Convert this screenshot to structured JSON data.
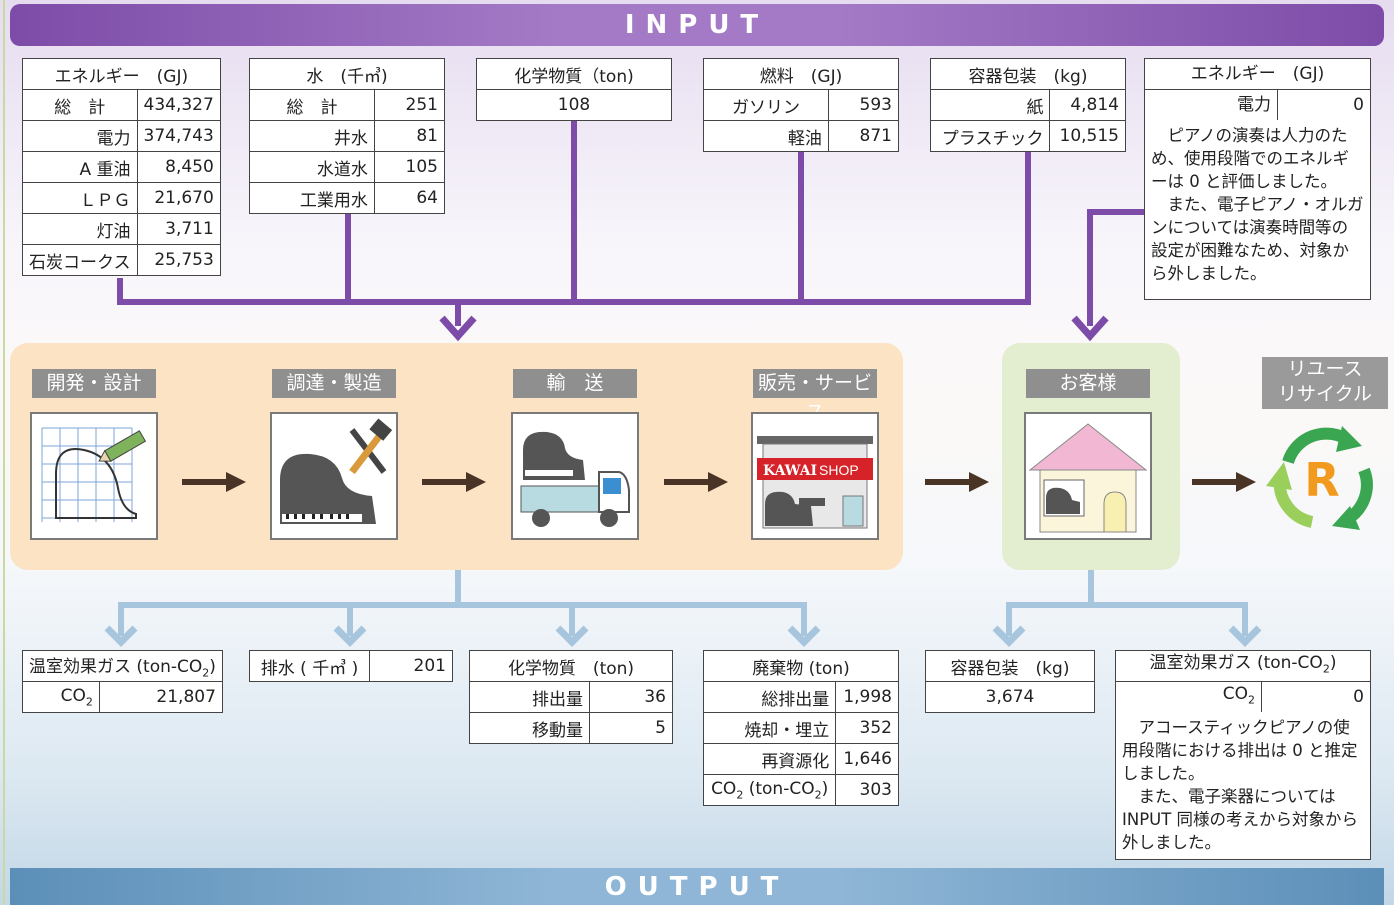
{
  "input_banner": "INPUT",
  "output_banner": "OUTPUT",
  "input": {
    "energy": {
      "header": "エネルギー　(GJ)",
      "rows": [
        [
          "総　計",
          "434,327"
        ],
        [
          "電力",
          "374,743"
        ],
        [
          "A 重油",
          "8,450"
        ],
        [
          "ＬＰＧ",
          "21,670"
        ],
        [
          "灯油",
          "3,711"
        ],
        [
          "石炭コークス",
          "25,753"
        ]
      ]
    },
    "water": {
      "header": "水　(千㎥)",
      "rows": [
        [
          "総　計",
          "251"
        ],
        [
          "井水",
          "81"
        ],
        [
          "水道水",
          "105"
        ],
        [
          "工業用水",
          "64"
        ]
      ]
    },
    "chemicals": {
      "header": "化学物質（ton)",
      "value": "108"
    },
    "fuel": {
      "header": "燃料　(GJ)",
      "rows": [
        [
          "ガソリン",
          "593"
        ],
        [
          "軽油",
          "871"
        ]
      ]
    },
    "packaging": {
      "header": "容器包装　(kg)",
      "rows": [
        [
          "紙",
          "4,814"
        ],
        [
          "プラスチック",
          "10,515"
        ]
      ]
    },
    "customer_energy": {
      "header": "エネルギー　(GJ)",
      "row": [
        "電力",
        "0"
      ],
      "note": [
        "ピアノの演奏は人力のため、使用段階でのエネルギーは 0 と評価しました。",
        "また、電子ピアノ・オルガンについては演奏時間等の設定が困難なため、対象から外しました。"
      ]
    }
  },
  "stages": [
    {
      "label": "開発・設計",
      "icon": "design-icon"
    },
    {
      "label": "調達・製造",
      "icon": "manufacturing-icon"
    },
    {
      "label": "輸　送",
      "icon": "transport-icon"
    },
    {
      "label": "販売・サービス",
      "icon": "shop-icon"
    },
    {
      "label": "お客様",
      "icon": "house-icon"
    }
  ],
  "shop_sign": {
    "brand": "KAWAI",
    "shop": "SHOP"
  },
  "reuse": {
    "line1": "リユース",
    "line2": "リサイクル",
    "letter": "R"
  },
  "output": {
    "ghg": {
      "header_a": "温室効果ガス (ton-CO",
      "header_sub": "2",
      "header_b": ")",
      "row_a": "CO",
      "row_sub": "2",
      "value": "21,807"
    },
    "wastewater": {
      "label": "排水 ( 千㎥ )",
      "value": "201"
    },
    "chemicals": {
      "header": "化学物質　(ton)",
      "rows": [
        [
          "排出量",
          "36"
        ],
        [
          "移動量",
          "5"
        ]
      ]
    },
    "waste": {
      "header": "廃棄物 (ton)",
      "rows": [
        [
          "総排出量",
          "1,998"
        ],
        [
          "焼却・埋立",
          "352"
        ],
        [
          "再資源化",
          "1,646"
        ]
      ],
      "co2_a": "CO",
      "co2_sub": "2",
      "co2_b": " (ton-CO",
      "co2_sub2": "2",
      "co2_c": ")",
      "co2_value": "303"
    },
    "packaging": {
      "header": "容器包装　(kg)",
      "value": "3,674"
    },
    "customer_ghg": {
      "header_a": "温室効果ガス (ton-CO",
      "header_sub": "2",
      "header_b": ")",
      "row_a": "CO",
      "row_sub": "2",
      "value": "0",
      "note": [
        "アコースティックピアノの使用段階における排出は 0 と推定しました。",
        "また、電子楽器については INPUT 同様の考えから対象から外しました。"
      ]
    }
  },
  "colors": {
    "input": "#7d4ca8",
    "output": "#a7c6de",
    "process_bg": "#fbe3c4",
    "customer_bg": "#e3edd0",
    "arrow": "#4a3426"
  }
}
